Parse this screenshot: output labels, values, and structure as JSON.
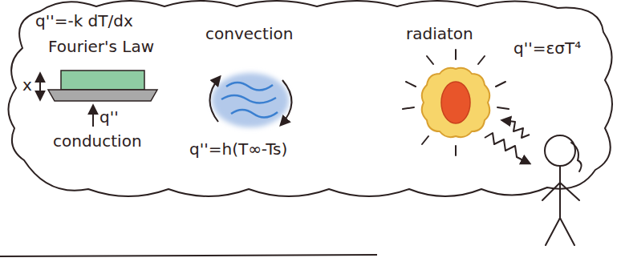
{
  "diagram": {
    "labels": [
      "q''=-k dT/dx",
      "Fourier's Law",
      "x",
      "q''",
      "conduction",
      "convection",
      "q''=h(T∞-Ts)",
      "radiaton",
      "q''=εσT⁴"
    ]
  }
}
